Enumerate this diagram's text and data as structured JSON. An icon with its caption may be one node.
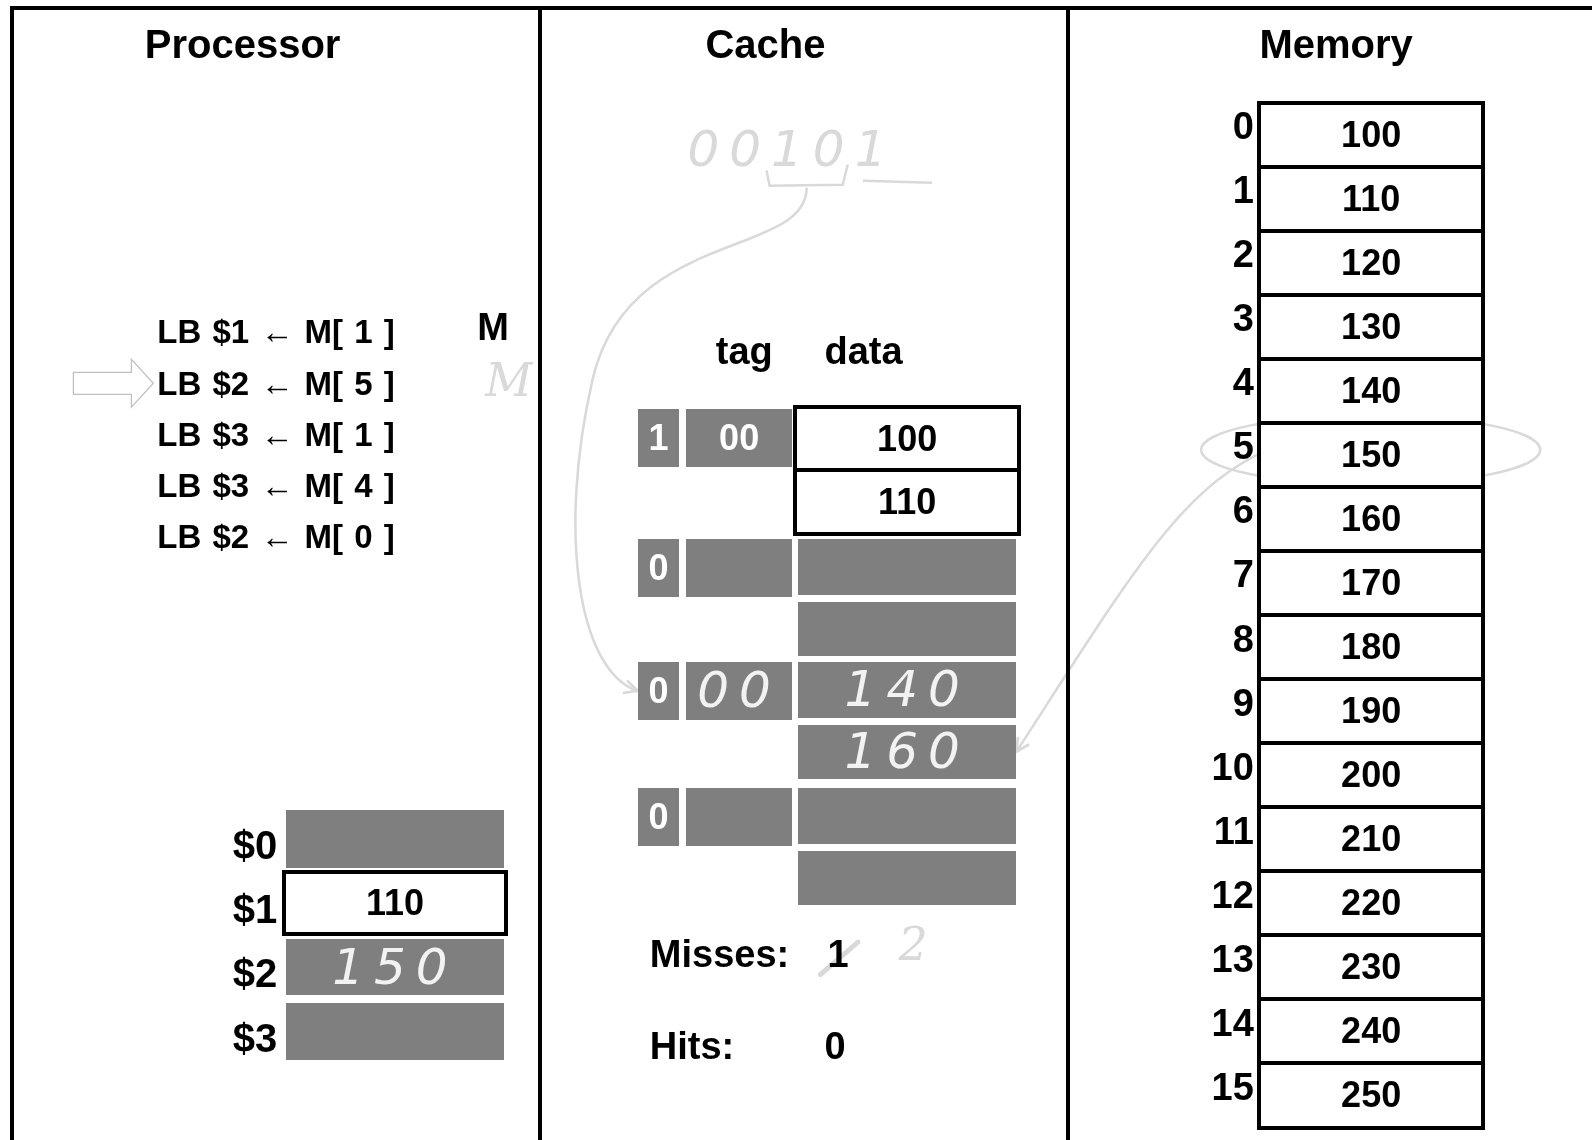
{
  "diagram": {
    "nodes": [
      {
        "text": [
          "Processor"
        ]
      },
      {
        "text": [
          "Cache"
        ]
      },
      {
        "text": [
          "Memory"
        ]
      },
      {
        "text": [
          "LB $1 ← M[ 1 ]"
        ],
        "in": 0
      },
      {
        "text": [
          "LB $2 ← M[ 5 ]"
        ],
        "in": 0
      },
      {
        "text": [
          "LB $3 ← M[ 1 ]"
        ],
        "in": 0
      },
      {
        "text": [
          "LB $3 ← M[ 4 ]"
        ],
        "in": 0
      },
      {
        "text": [
          "LB $2 ← M[ 0 ]"
        ],
        "in": 0
      },
      {
        "text": [],
        "shape": "box",
        "beside": [
          "$0"
        ],
        "in": 0
      },
      {
        "text": [
          "110"
        ],
        "beside": [
          "$1"
        ],
        "in": 0
      },
      {
        "text": [
          "150"
        ],
        "beside": [
          "$2"
        ],
        "in": 0
      },
      {
        "text": [],
        "shape": "box",
        "beside": [
          "$3"
        ],
        "in": 0
      },
      {
        "text": [
          "00101"
        ],
        "in": 1
      },
      {
        "text": [
          "1"
        ],
        "in": 1
      },
      {
        "text": [
          "00"
        ],
        "in": 1
      },
      {
        "text": [
          "100"
        ],
        "in": 1
      },
      {
        "text": [
          "110"
        ],
        "in": 1
      },
      {
        "text": [
          "0"
        ],
        "in": 1
      },
      {
        "text": [],
        "shape": "box",
        "in": 1
      },
      {
        "text": [],
        "shape": "box",
        "in": 1
      },
      {
        "text": [],
        "shape": "box",
        "in": 1
      },
      {
        "text": [
          "0"
        ],
        "in": 1
      },
      {
        "text": [
          "00"
        ],
        "in": 1
      },
      {
        "text": [
          "140"
        ],
        "in": 1
      },
      {
        "text": [
          "160"
        ],
        "in": 1
      },
      {
        "text": [
          "0"
        ],
        "in": 1
      },
      {
        "text": [],
        "shape": "box",
        "in": 1
      },
      {
        "text": [],
        "shape": "box",
        "in": 1
      },
      {
        "text": [],
        "shape": "box",
        "in": 1
      },
      {
        "text": [
          "100"
        ],
        "beside": [
          "0"
        ],
        "in": 2
      },
      {
        "text": [
          "110"
        ],
        "beside": [
          "1"
        ],
        "in": 2
      },
      {
        "text": [
          "120"
        ],
        "beside": [
          "2"
        ],
        "in": 2
      },
      {
        "text": [
          "130"
        ],
        "beside": [
          "3"
        ],
        "in": 2
      },
      {
        "text": [
          "140"
        ],
        "beside": [
          "4"
        ],
        "in": 2
      },
      {
        "text": [
          "150"
        ],
        "beside": [
          "5"
        ],
        "in": 2
      },
      {
        "text": [
          "160"
        ],
        "beside": [
          "6"
        ],
        "in": 2
      },
      {
        "text": [
          "170"
        ],
        "beside": [
          "7"
        ],
        "in": 2
      },
      {
        "text": [
          "180"
        ],
        "beside": [
          "8"
        ],
        "in": 2
      },
      {
        "text": [
          "190"
        ],
        "beside": [
          "9"
        ],
        "in": 2
      },
      {
        "text": [
          "200"
        ],
        "beside": [
          "10"
        ],
        "in": 2
      },
      {
        "text": [
          "210"
        ],
        "beside": [
          "11"
        ],
        "in": 2
      },
      {
        "text": [
          "220"
        ],
        "beside": [
          "12"
        ],
        "in": 2
      },
      {
        "text": [
          "230"
        ],
        "beside": [
          "13"
        ],
        "in": 2
      },
      {
        "text": [
          "240"
        ],
        "beside": [
          "14"
        ],
        "in": 2
      },
      {
        "text": [
          "250"
        ],
        "beside": [
          "15"
        ],
        "in": 2
      }
    ],
    "edges": [
      {
        "from": null,
        "to": 4,
        "arrow": "to",
        "color": "#bfbfbf"
      },
      {
        "from": 12,
        "to": 21,
        "arrow": "to",
        "color": "#d9d9d9"
      },
      {
        "from": 34,
        "to": 24,
        "arrow": "to",
        "color": "#d9d9d9"
      }
    ],
    "labels": [
      "M",
      "M",
      "tag",
      "data",
      "Misses:",
      "1",
      "2",
      "Hits:",
      "0"
    ]
  }
}
